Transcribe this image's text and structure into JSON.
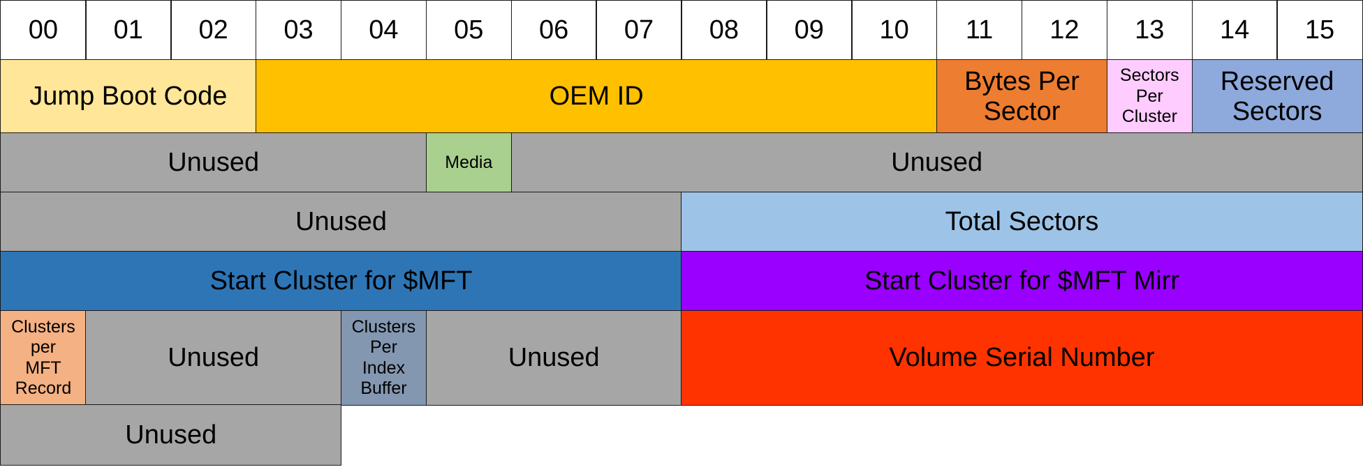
{
  "header": [
    "00",
    "01",
    "02",
    "03",
    "04",
    "05",
    "06",
    "07",
    "08",
    "09",
    "10",
    "11",
    "12",
    "13",
    "14",
    "15"
  ],
  "fields": [
    {
      "id": "jump-boot-code",
      "label": "Jump Boot Code",
      "color": "#FFE699"
    },
    {
      "id": "oem-id",
      "label": "OEM ID",
      "color": "#FFC000"
    },
    {
      "id": "bytes-per-sector",
      "label": "Bytes Per\nSector",
      "color": "#ED7D31"
    },
    {
      "id": "sectors-per-cluster",
      "label": "Sectors\nPer\nCluster",
      "color": "#FFCCFF"
    },
    {
      "id": "reserved-sectors",
      "label": "Reserved\nSectors",
      "color": "#8EA9DB"
    },
    {
      "id": "unused-1",
      "label": "Unused",
      "color": "#A6A6A6"
    },
    {
      "id": "media",
      "label": "Media",
      "color": "#A9D08E"
    },
    {
      "id": "unused-2",
      "label": "Unused",
      "color": "#A6A6A6"
    },
    {
      "id": "unused-3",
      "label": "Unused",
      "color": "#A6A6A6"
    },
    {
      "id": "total-sectors",
      "label": "Total Sectors",
      "color": "#9DC3E6"
    },
    {
      "id": "start-cluster-mft",
      "label": "Start Cluster for $MFT",
      "color": "#2E75B6"
    },
    {
      "id": "start-cluster-mft-mirr",
      "label": "Start Cluster for $MFT Mirr",
      "color": "#9900FF"
    },
    {
      "id": "clusters-per-mft-record",
      "label": "Clusters\nper\nMFT\nRecord",
      "color": "#F4B183"
    },
    {
      "id": "unused-4",
      "label": "Unused",
      "color": "#A6A6A6"
    },
    {
      "id": "clusters-per-index-buffer",
      "label": "Clusters\nPer\nIndex\nBuffer",
      "color": "#8497B0"
    },
    {
      "id": "unused-5",
      "label": "Unused",
      "color": "#A6A6A6"
    },
    {
      "id": "volume-serial-number",
      "label": "Volume Serial Number",
      "color": "#FF3300"
    },
    {
      "id": "unused-6",
      "label": "Unused",
      "color": "#A6A6A6"
    }
  ]
}
